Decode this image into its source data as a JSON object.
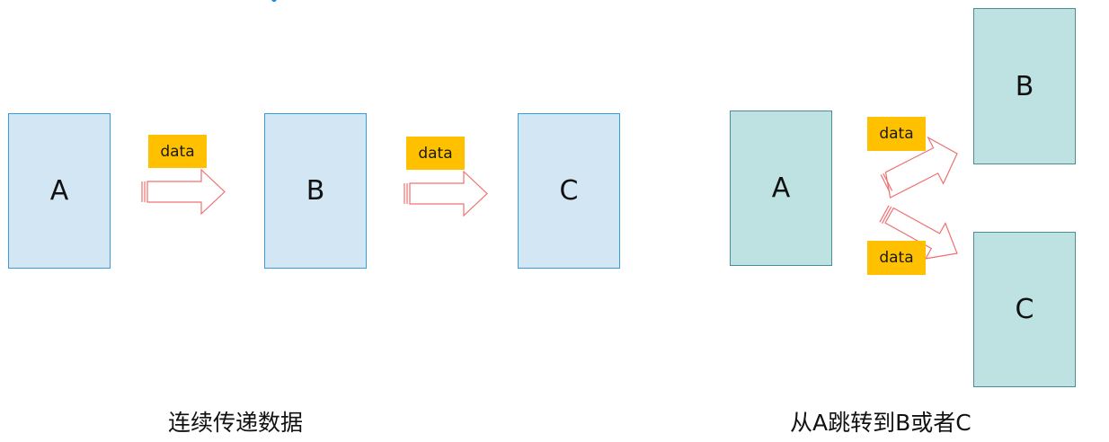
{
  "left_diagram": {
    "boxes": [
      "A",
      "B",
      "C"
    ],
    "tags": [
      "data",
      "data"
    ],
    "caption": "连续传递数据"
  },
  "right_diagram": {
    "boxes": [
      "A",
      "B",
      "C"
    ],
    "tags": [
      "data",
      "data"
    ],
    "caption": "从A跳转到B或者C"
  },
  "colors": {
    "box_fill_light": "#d2e6f3",
    "box_border_light": "#3a9bd8",
    "box_fill_teal": "#bee2e2",
    "box_border_teal": "#4a8e9b",
    "tag_fill": "#ffc000",
    "arrow_stroke": "#f07070",
    "title_fragment": "#1a8fd8"
  }
}
